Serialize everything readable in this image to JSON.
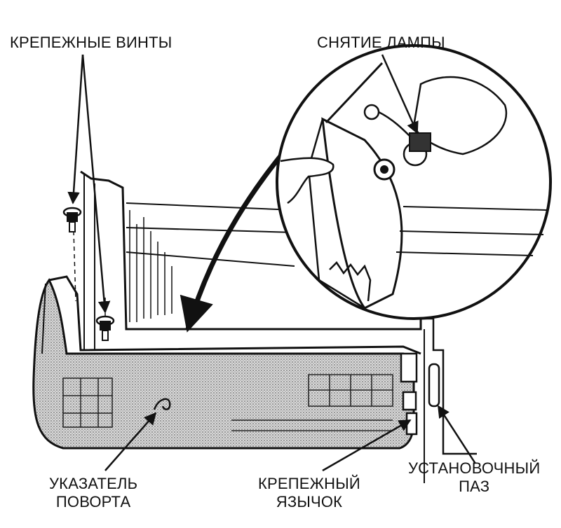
{
  "labels": {
    "mounting_screws": "КРЕПЕЖНЫЕ ВИНТЫ",
    "lamp_removal": "СНЯТИЕ ЛАМПЫ",
    "turn_indicator": [
      "УКАЗАТЕЛЬ",
      "ПОВОРТА"
    ],
    "mounting_tab": [
      "КРЕПЕЖНЫЙ",
      "ЯЗЫЧОК"
    ],
    "locating_slot": [
      "УСТАНОВОЧНЫЙ",
      "ПАЗ"
    ]
  },
  "colors": {
    "ink": "#111111",
    "stipple": "#8a8a8a",
    "background": "#ffffff"
  }
}
